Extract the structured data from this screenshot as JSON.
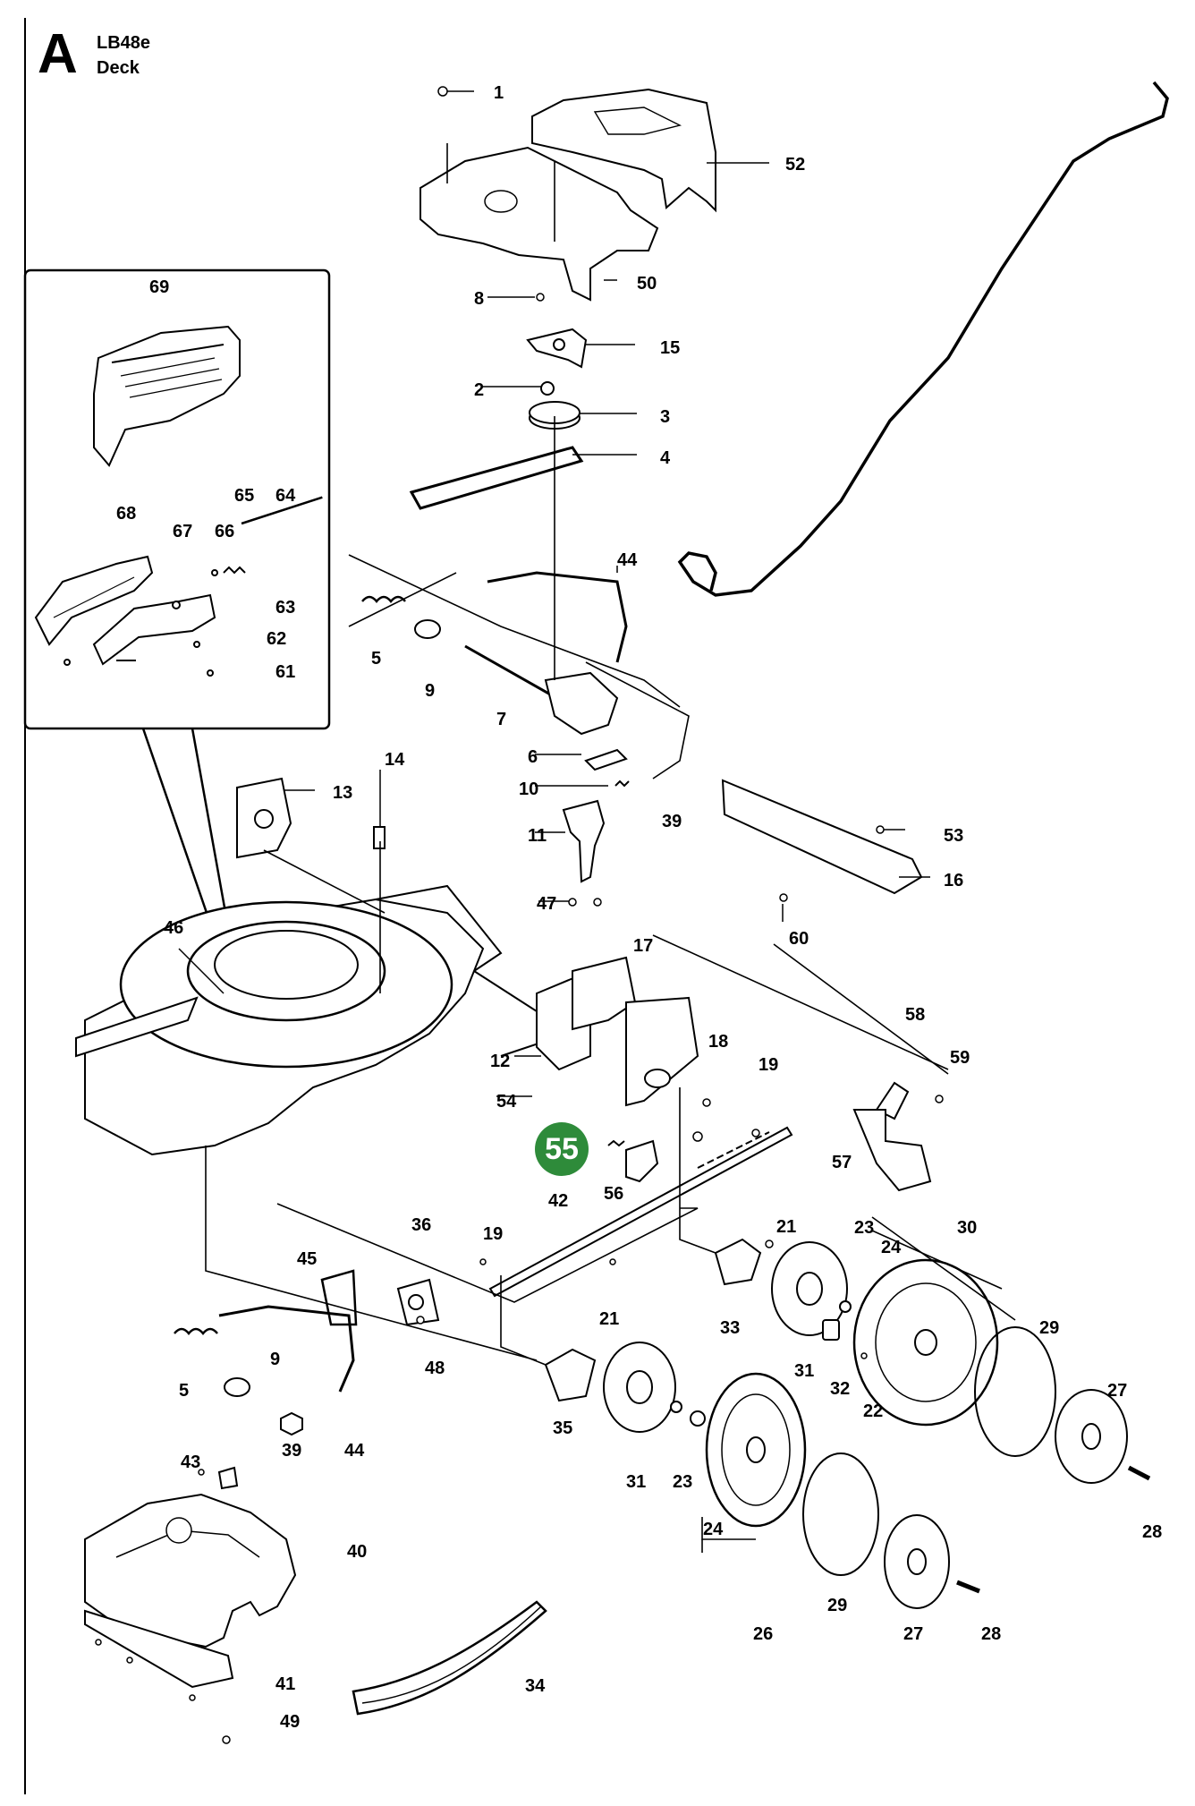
{
  "header": {
    "section_letter": "A",
    "model": "LB48e",
    "title": "Deck"
  },
  "highlight": {
    "part": "55",
    "color": "#2e8b3a"
  },
  "parts": [
    {
      "id": "1",
      "label": "1"
    },
    {
      "id": "2",
      "label": "2"
    },
    {
      "id": "3",
      "label": "3"
    },
    {
      "id": "4",
      "label": "4"
    },
    {
      "id": "5a",
      "label": "5"
    },
    {
      "id": "5b",
      "label": "5"
    },
    {
      "id": "6",
      "label": "6"
    },
    {
      "id": "7",
      "label": "7"
    },
    {
      "id": "8",
      "label": "8"
    },
    {
      "id": "9a",
      "label": "9"
    },
    {
      "id": "9b",
      "label": "9"
    },
    {
      "id": "10",
      "label": "10"
    },
    {
      "id": "11",
      "label": "11"
    },
    {
      "id": "12",
      "label": "12"
    },
    {
      "id": "13",
      "label": "13"
    },
    {
      "id": "14",
      "label": "14"
    },
    {
      "id": "15",
      "label": "15"
    },
    {
      "id": "16",
      "label": "16"
    },
    {
      "id": "17",
      "label": "17"
    },
    {
      "id": "18",
      "label": "18"
    },
    {
      "id": "19a",
      "label": "19"
    },
    {
      "id": "19b",
      "label": "19"
    },
    {
      "id": "21a",
      "label": "21"
    },
    {
      "id": "21b",
      "label": "21"
    },
    {
      "id": "22",
      "label": "22"
    },
    {
      "id": "23a",
      "label": "23"
    },
    {
      "id": "23b",
      "label": "23"
    },
    {
      "id": "24a",
      "label": "24"
    },
    {
      "id": "24b",
      "label": "24"
    },
    {
      "id": "26",
      "label": "26"
    },
    {
      "id": "27a",
      "label": "27"
    },
    {
      "id": "27b",
      "label": "27"
    },
    {
      "id": "28a",
      "label": "28"
    },
    {
      "id": "28b",
      "label": "28"
    },
    {
      "id": "29a",
      "label": "29"
    },
    {
      "id": "29b",
      "label": "29"
    },
    {
      "id": "30",
      "label": "30"
    },
    {
      "id": "31a",
      "label": "31"
    },
    {
      "id": "31b",
      "label": "31"
    },
    {
      "id": "32",
      "label": "32"
    },
    {
      "id": "33",
      "label": "33"
    },
    {
      "id": "34",
      "label": "34"
    },
    {
      "id": "35",
      "label": "35"
    },
    {
      "id": "36",
      "label": "36"
    },
    {
      "id": "39a",
      "label": "39"
    },
    {
      "id": "39b",
      "label": "39"
    },
    {
      "id": "40",
      "label": "40"
    },
    {
      "id": "41",
      "label": "41"
    },
    {
      "id": "42",
      "label": "42"
    },
    {
      "id": "43",
      "label": "43"
    },
    {
      "id": "44a",
      "label": "44"
    },
    {
      "id": "44b",
      "label": "44"
    },
    {
      "id": "45",
      "label": "45"
    },
    {
      "id": "46",
      "label": "46"
    },
    {
      "id": "47",
      "label": "47"
    },
    {
      "id": "48",
      "label": "48"
    },
    {
      "id": "49",
      "label": "49"
    },
    {
      "id": "50",
      "label": "50"
    },
    {
      "id": "52",
      "label": "52"
    },
    {
      "id": "53",
      "label": "53"
    },
    {
      "id": "54",
      "label": "54"
    },
    {
      "id": "55",
      "label": "55"
    },
    {
      "id": "56",
      "label": "56"
    },
    {
      "id": "57",
      "label": "57"
    },
    {
      "id": "58",
      "label": "58"
    },
    {
      "id": "59",
      "label": "59"
    },
    {
      "id": "60",
      "label": "60"
    },
    {
      "id": "61",
      "label": "61"
    },
    {
      "id": "62",
      "label": "62"
    },
    {
      "id": "63",
      "label": "63"
    },
    {
      "id": "64",
      "label": "64"
    },
    {
      "id": "65",
      "label": "65"
    },
    {
      "id": "66",
      "label": "66"
    },
    {
      "id": "67",
      "label": "67"
    },
    {
      "id": "68",
      "label": "68"
    },
    {
      "id": "69",
      "label": "69"
    }
  ]
}
